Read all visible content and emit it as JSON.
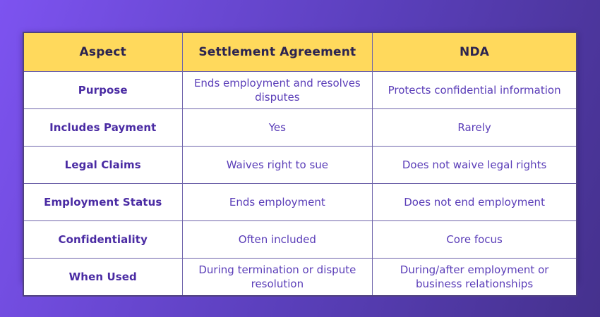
{
  "page": {
    "background_gradient": [
      "#7D53F0",
      "#45318D"
    ]
  },
  "table": {
    "headers": [
      "Aspect",
      "Settlement Agreement",
      "NDA"
    ],
    "rows": [
      {
        "aspect": "Purpose",
        "settlement": "Ends employment and resolves disputes",
        "nda": "Protects confidential information"
      },
      {
        "aspect": "Includes Payment",
        "settlement": "Yes",
        "nda": "Rarely"
      },
      {
        "aspect": "Legal Claims",
        "settlement": "Waives right to sue",
        "nda": "Does not waive legal rights"
      },
      {
        "aspect": "Employment Status",
        "settlement": "Ends employment",
        "nda": "Does not end employment"
      },
      {
        "aspect": "Confidentiality",
        "settlement": "Often included",
        "nda": "Core focus"
      },
      {
        "aspect": "When Used",
        "settlement": "During termination or dispute resolution",
        "nda": "During/after employment or business relationships"
      }
    ],
    "colors": {
      "header_bg": "#FFD95C",
      "header_text": "#2B2350",
      "aspect_text": "#4A2BA3",
      "cell_text": "#5A3DB8",
      "grid_border": "#6E63AA",
      "outer_border": "#50427F"
    }
  },
  "chart_data": {
    "type": "table",
    "title": "",
    "columns": [
      "Aspect",
      "Settlement Agreement",
      "NDA"
    ],
    "rows": [
      [
        "Purpose",
        "Ends employment and resolves disputes",
        "Protects confidential information"
      ],
      [
        "Includes Payment",
        "Yes",
        "Rarely"
      ],
      [
        "Legal Claims",
        "Waives right to sue",
        "Does not waive legal rights"
      ],
      [
        "Employment Status",
        "Ends employment",
        "Does not end employment"
      ],
      [
        "Confidentiality",
        "Often included",
        "Core focus"
      ],
      [
        "When Used",
        "During termination or dispute resolution",
        "During/after employment or business relationships"
      ]
    ]
  }
}
